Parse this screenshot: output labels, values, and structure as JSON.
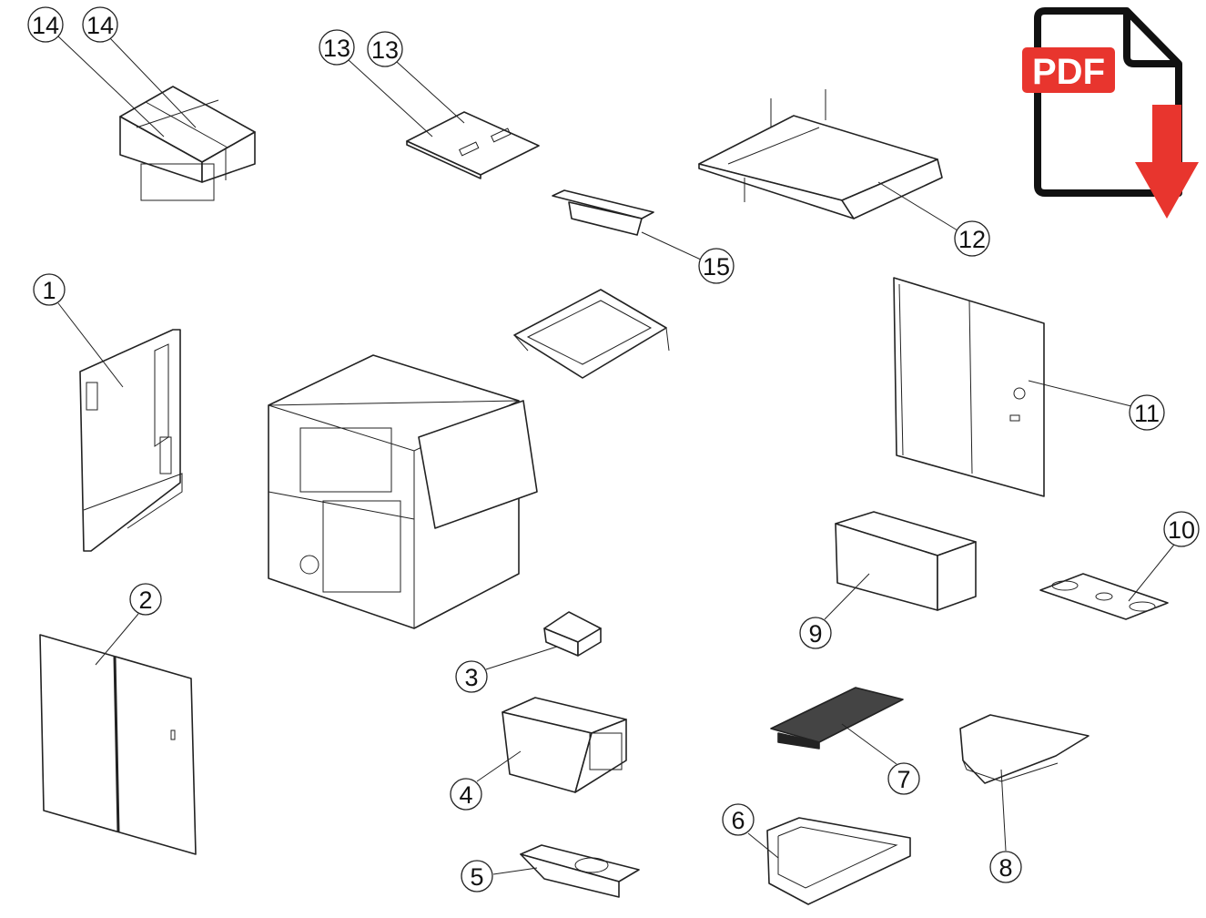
{
  "diagram": {
    "callouts": [
      {
        "id": "14a",
        "label": "14"
      },
      {
        "id": "14b",
        "label": "14"
      },
      {
        "id": "13a",
        "label": "13"
      },
      {
        "id": "13b",
        "label": "13"
      },
      {
        "id": "15",
        "label": "15"
      },
      {
        "id": "12",
        "label": "12"
      },
      {
        "id": "1",
        "label": "1"
      },
      {
        "id": "11",
        "label": "11"
      },
      {
        "id": "10",
        "label": "10"
      },
      {
        "id": "2",
        "label": "2"
      },
      {
        "id": "9",
        "label": "9"
      },
      {
        "id": "3",
        "label": "3"
      },
      {
        "id": "4",
        "label": "4"
      },
      {
        "id": "7",
        "label": "7"
      },
      {
        "id": "6",
        "label": "6"
      },
      {
        "id": "8",
        "label": "8"
      },
      {
        "id": "5",
        "label": "5"
      }
    ]
  },
  "pdf_download": {
    "label": "PDF",
    "icon": "pdf-download-icon",
    "accent": "#e8352e"
  }
}
